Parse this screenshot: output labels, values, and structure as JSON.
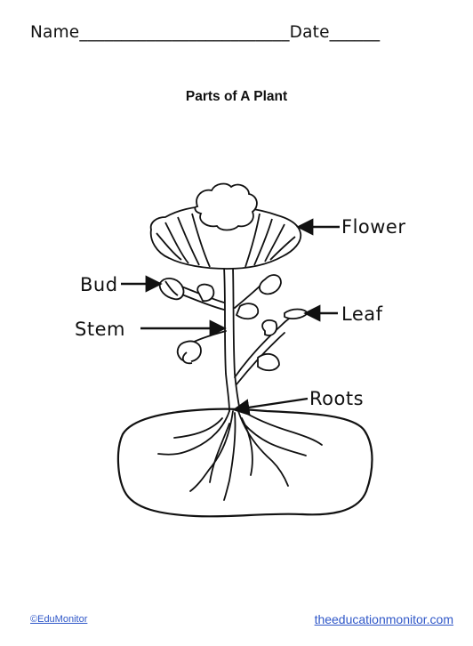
{
  "header": {
    "name_label": "Name",
    "name_blank": "_________________________",
    "date_label": "Date",
    "date_blank": "______"
  },
  "title": "Parts of A Plant",
  "labels": {
    "flower": "Flower",
    "bud": "Bud",
    "stem": "Stem",
    "leaf": "Leaf",
    "roots": "Roots"
  },
  "footer": {
    "left": "©EduMonitor",
    "right": "theeducationmonitor.com"
  },
  "colors": {
    "ink": "#111111",
    "link": "#2f57c8"
  }
}
